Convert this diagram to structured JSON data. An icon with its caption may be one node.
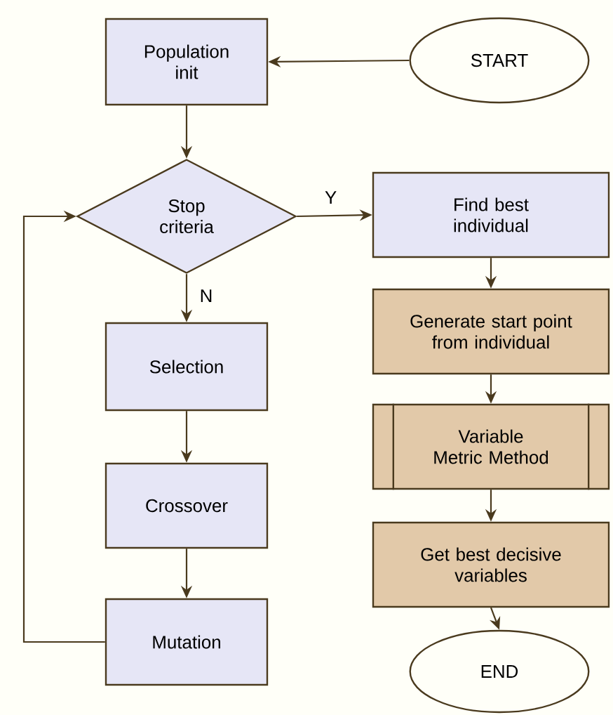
{
  "diagram": {
    "nodes": [
      {
        "text": [
          "Population init"
        ]
      },
      {
        "text": [
          "START"
        ]
      },
      {
        "text": [
          "Stop criteria"
        ]
      },
      {
        "text": [
          "Find best individual"
        ]
      },
      {
        "text": [
          "Selection"
        ]
      },
      {
        "text": [
          "Generate start point from individual"
        ]
      },
      {
        "text": [
          "Variable Metric Method"
        ]
      },
      {
        "text": [
          "Crossover"
        ]
      },
      {
        "text": [
          "Get best decisive variables"
        ]
      },
      {
        "text": [
          "Mutation"
        ]
      },
      {
        "text": [
          "END"
        ]
      }
    ],
    "edges": [
      {
        "from": 1,
        "to": 0,
        "arrow": "to"
      },
      {
        "from": 0,
        "to": 2,
        "arrow": "to"
      },
      {
        "from": 2,
        "to": 3,
        "arrow": "to",
        "label": "Y"
      },
      {
        "from": 2,
        "to": 4,
        "arrow": "to",
        "label": "N"
      },
      {
        "from": 4,
        "to": 7,
        "arrow": "to"
      },
      {
        "from": 7,
        "to": 9,
        "arrow": "to"
      },
      {
        "from": 9,
        "to": 2,
        "arrow": "to"
      },
      {
        "from": 3,
        "to": 5,
        "arrow": "to"
      },
      {
        "from": 5,
        "to": 6,
        "arrow": "to"
      },
      {
        "from": 6,
        "to": 8,
        "arrow": "to"
      },
      {
        "from": 8,
        "to": 10,
        "arrow": "to"
      }
    ]
  }
}
